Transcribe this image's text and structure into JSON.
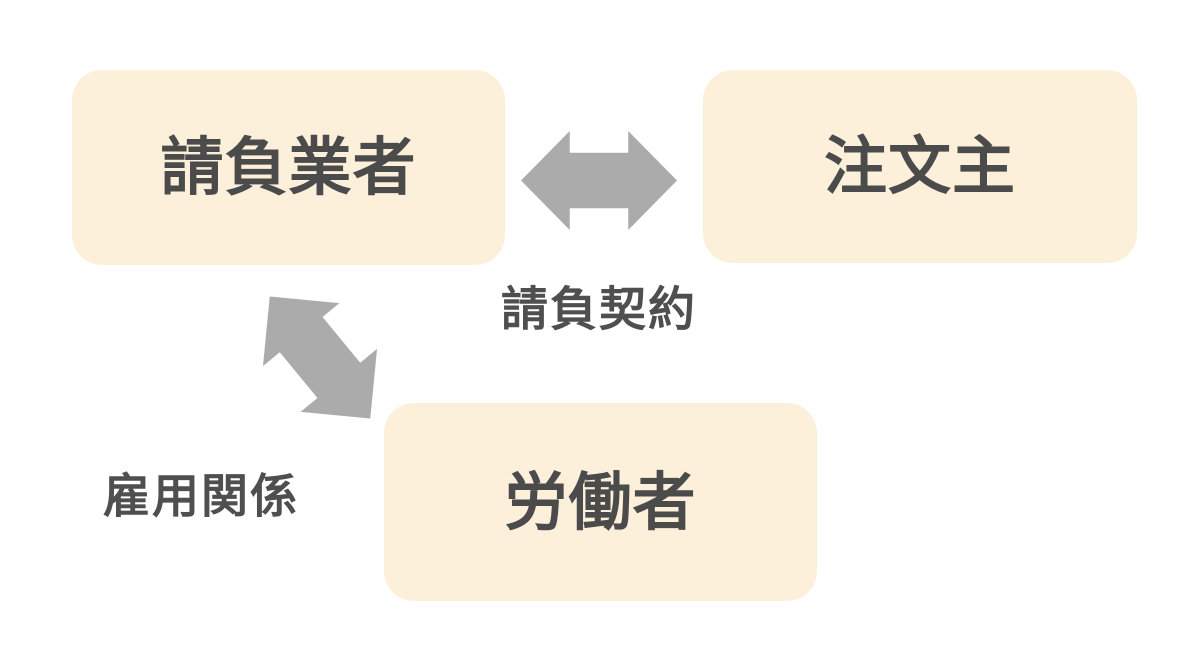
{
  "diagram": {
    "description_note": "relationship diagram between contractor, orderer and worker"
  },
  "colors": {
    "background": "#FFFFFF",
    "box_fill": "#FCF0DA",
    "box_text": "#4B4B4B",
    "label_text": "#4F4F4F",
    "arrow": "#ABABAB"
  },
  "nodes": [
    {
      "id": "contractor",
      "label": "請負業者"
    },
    {
      "id": "orderer",
      "label": "注文主"
    },
    {
      "id": "worker",
      "label": "労働者"
    }
  ],
  "edges": [
    {
      "id": "ukeoi-keiyaku",
      "label": "請負契約",
      "between": "contractor-orderer",
      "arrow": "horizontal-double"
    },
    {
      "id": "koyou-kankei",
      "label": "雇用関係",
      "between": "contractor-worker",
      "arrow": "diagonal-double"
    }
  ]
}
